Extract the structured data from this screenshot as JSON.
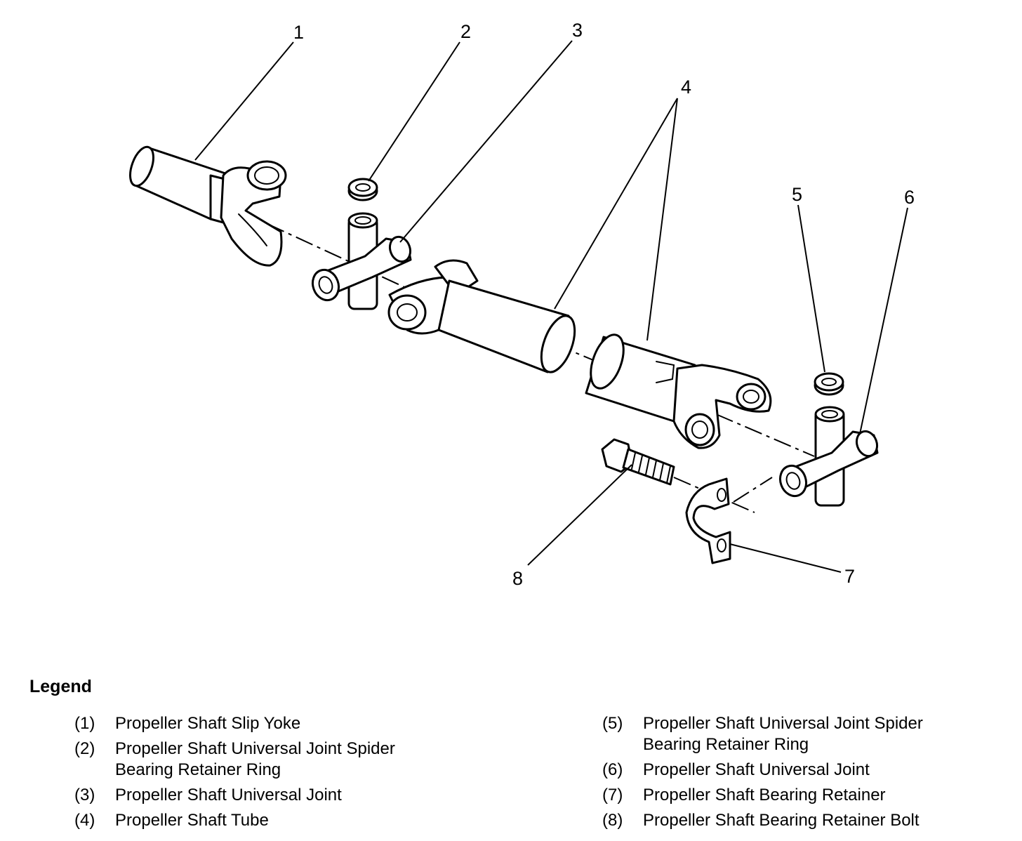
{
  "callouts": [
    "1",
    "2",
    "3",
    "4",
    "5",
    "6",
    "7",
    "8"
  ],
  "legend": {
    "title": "Legend",
    "left": [
      {
        "num": "(1)",
        "text": "Propeller Shaft Slip Yoke"
      },
      {
        "num": "(2)",
        "text": "Propeller Shaft Universal Joint Spider Bearing Retainer Ring"
      },
      {
        "num": "(3)",
        "text": "Propeller Shaft Universal Joint"
      },
      {
        "num": "(4)",
        "text": "Propeller Shaft Tube"
      }
    ],
    "right": [
      {
        "num": "(5)",
        "text": "Propeller Shaft Universal Joint Spider Bearing Retainer Ring"
      },
      {
        "num": "(6)",
        "text": "Propeller Shaft Universal Joint"
      },
      {
        "num": "(7)",
        "text": "Propeller Shaft Bearing Retainer"
      },
      {
        "num": "(8)",
        "text": "Propeller Shaft Bearing Retainer Bolt"
      }
    ]
  }
}
